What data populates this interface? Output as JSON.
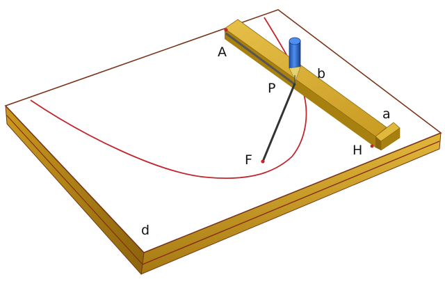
{
  "colors": {
    "board_top": "#ffffff",
    "board_edge": "#7a3418",
    "ruler_gold": "#d4a728",
    "ruler_dark": "#9a7212",
    "curve": "#c0272d",
    "string": "#333333",
    "pencil_blue": "#2f6fd1"
  },
  "labels": {
    "A": "A",
    "P": "P",
    "b": "b",
    "a": "a",
    "H": "H",
    "F": "F",
    "d": "d"
  },
  "icons": {
    "pencil": "pencil-icon"
  }
}
